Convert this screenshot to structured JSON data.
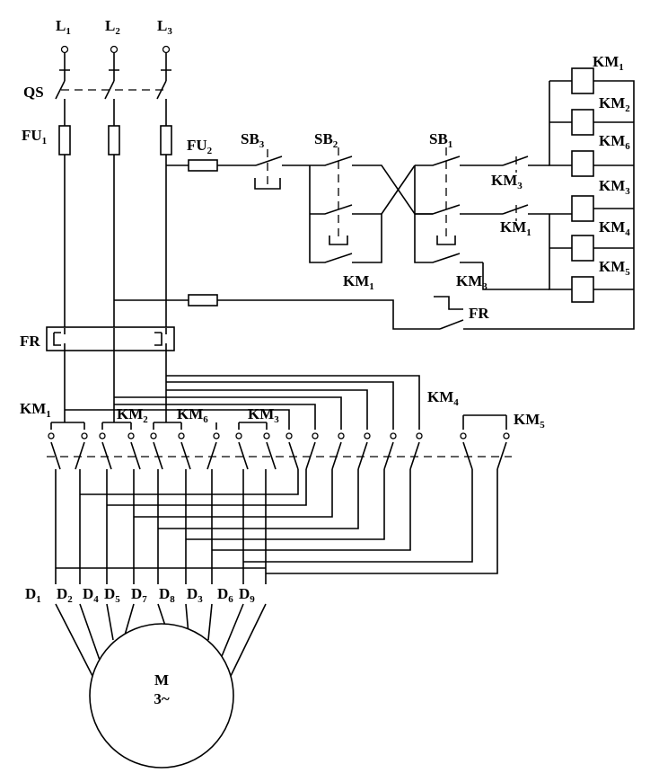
{
  "labels": {
    "L1": {
      "main": "L",
      "sub": "1"
    },
    "L2": {
      "main": "L",
      "sub": "2"
    },
    "L3": {
      "main": "L",
      "sub": "3"
    },
    "QS": {
      "main": "QS",
      "sub": ""
    },
    "FU1": {
      "main": "FU",
      "sub": "1"
    },
    "FU2": {
      "main": "FU",
      "sub": "2"
    },
    "SB3": {
      "main": "SB",
      "sub": "3"
    },
    "SB2": {
      "main": "SB",
      "sub": "2"
    },
    "SB1": {
      "main": "SB",
      "sub": "1"
    },
    "FR_relay": {
      "main": "FR",
      "sub": ""
    },
    "FR_contact": {
      "main": "FR",
      "sub": ""
    },
    "KM1_ctrl_a": {
      "main": "KM",
      "sub": "1"
    },
    "KM1_ctrl_b": {
      "main": "KM",
      "sub": "1"
    },
    "KM3_ctrl_a": {
      "main": "KM",
      "sub": "3"
    },
    "KM3_ctrl_b": {
      "main": "KM",
      "sub": "3"
    },
    "coil_KM1": {
      "main": "KM",
      "sub": "1"
    },
    "coil_KM2": {
      "main": "KM",
      "sub": "2"
    },
    "coil_KM6": {
      "main": "KM",
      "sub": "6"
    },
    "coil_KM3": {
      "main": "KM",
      "sub": "3"
    },
    "coil_KM4": {
      "main": "KM",
      "sub": "4"
    },
    "coil_KM5": {
      "main": "KM",
      "sub": "5"
    },
    "main_KM1": {
      "main": "KM",
      "sub": "1"
    },
    "main_KM2": {
      "main": "KM",
      "sub": "2"
    },
    "main_KM6": {
      "main": "KM",
      "sub": "6"
    },
    "main_KM3": {
      "main": "KM",
      "sub": "3"
    },
    "main_KM4": {
      "main": "KM",
      "sub": "4"
    },
    "main_KM5": {
      "main": "KM",
      "sub": "5"
    },
    "D1": {
      "main": "D",
      "sub": "1"
    },
    "D2": {
      "main": "D",
      "sub": "2"
    },
    "D4": {
      "main": "D",
      "sub": "4"
    },
    "D5": {
      "main": "D",
      "sub": "5"
    },
    "D7": {
      "main": "D",
      "sub": "7"
    },
    "D8": {
      "main": "D",
      "sub": "8"
    },
    "D3": {
      "main": "D",
      "sub": "3"
    },
    "D6": {
      "main": "D",
      "sub": "6"
    },
    "D9": {
      "main": "D",
      "sub": "9"
    }
  },
  "motor": {
    "line1": "M",
    "line2": "3~"
  }
}
